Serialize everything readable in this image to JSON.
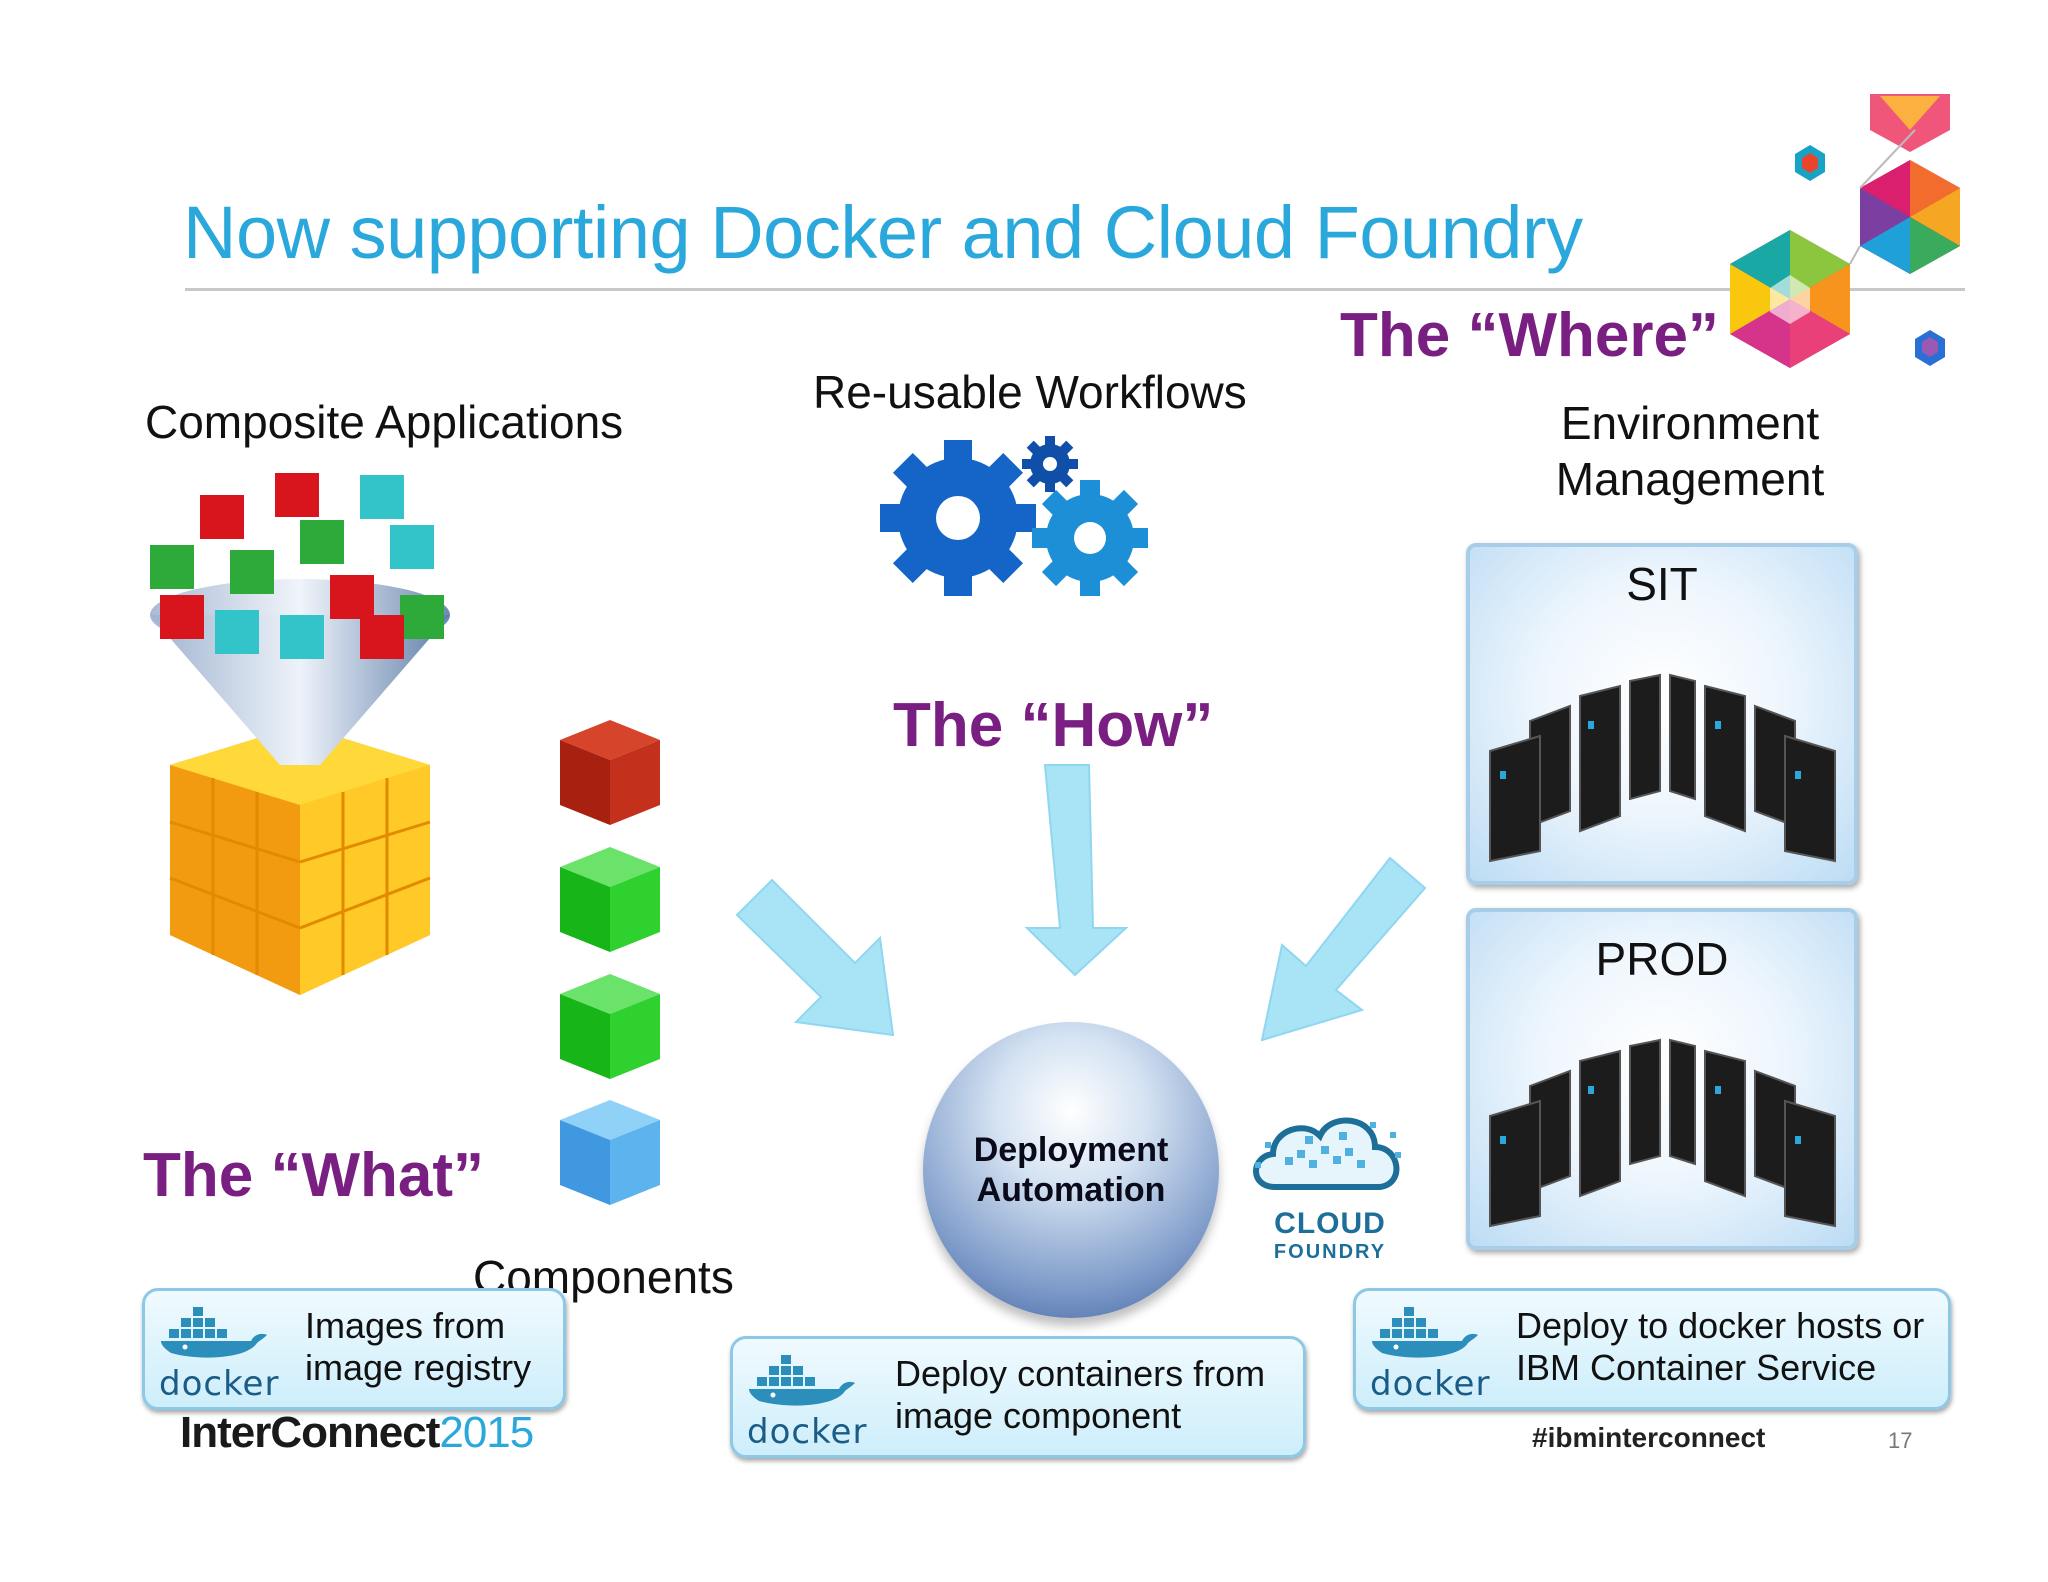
{
  "slide": {
    "title": "Now supporting Docker and Cloud Foundry",
    "page_number": "17",
    "hashtag": "#ibminterconnect",
    "brand_name": "InterConnect",
    "brand_year": "2015"
  },
  "sections": {
    "what": {
      "label": "Composite Applications",
      "heading": "The “What”",
      "components_label": "Components"
    },
    "how": {
      "label": "Re-usable Workflows",
      "heading": "The “How”"
    },
    "where": {
      "heading": "The “Where”",
      "label": "Environment\nManagement",
      "environments": [
        {
          "name": "SIT"
        },
        {
          "name": "PROD"
        }
      ]
    }
  },
  "center": {
    "text": "Deployment\nAutomation"
  },
  "cloud_foundry": {
    "line1": "CLOUD",
    "line2": "FOUNDRY"
  },
  "docker_boxes": [
    {
      "logo": "docker",
      "text": "Images from\nimage registry"
    },
    {
      "logo": "docker",
      "text": "Deploy containers from\nimage component"
    },
    {
      "logo": "docker",
      "text": "Deploy to docker hosts or\nIBM Container Service"
    }
  ],
  "colors": {
    "title": "#2aa8dc",
    "heading": "#7a1f82",
    "arrow": "#a8e4f6",
    "docker_blue": "#1a5c86"
  }
}
